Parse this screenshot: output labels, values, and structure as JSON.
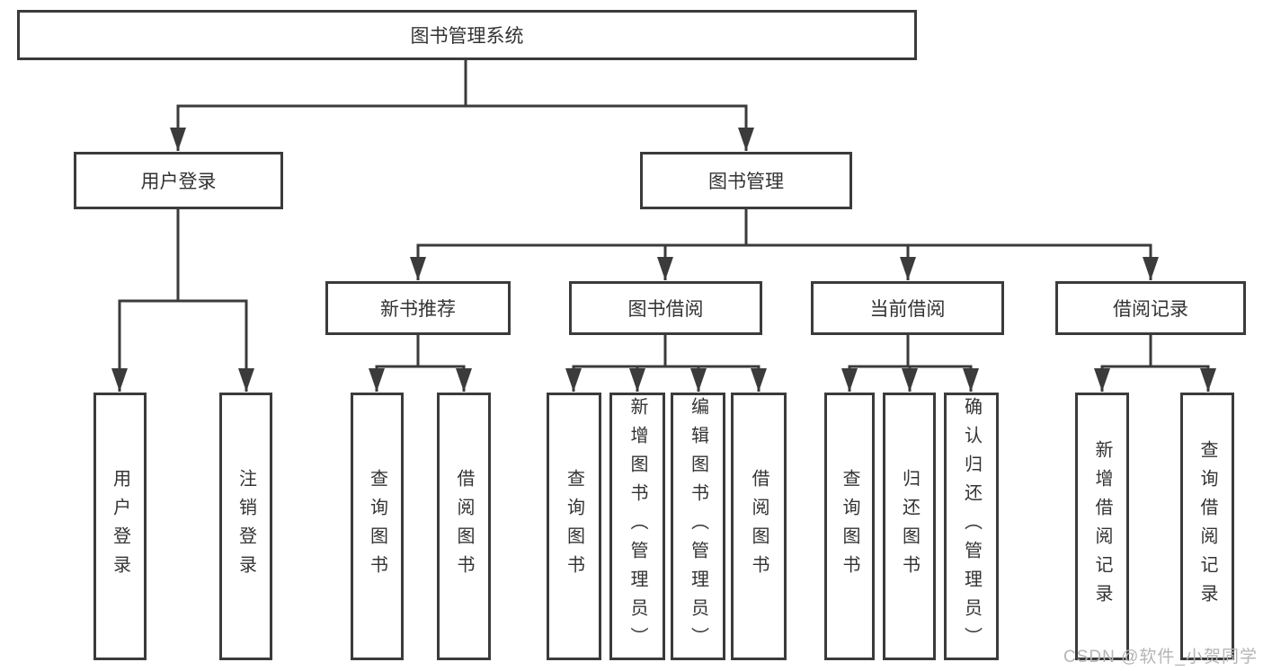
{
  "diagram": {
    "root": {
      "label": "图书管理系统"
    },
    "children": [
      {
        "label": "用户登录",
        "children": [
          {
            "label": "用户登录"
          },
          {
            "label": "注销登录"
          }
        ]
      },
      {
        "label": "图书管理",
        "children": [
          {
            "label": "新书推荐",
            "children": [
              {
                "label": "查询图书"
              },
              {
                "label": "借阅图书"
              }
            ]
          },
          {
            "label": "图书借阅",
            "children": [
              {
                "label": "查询图书"
              },
              {
                "label": "新增图书（管理员）"
              },
              {
                "label": "编辑图书（管理员）"
              },
              {
                "label": "借阅图书"
              }
            ]
          },
          {
            "label": "当前借阅",
            "children": [
              {
                "label": "查询图书"
              },
              {
                "label": "归还图书"
              },
              {
                "label": "确认归还（管理员）"
              }
            ]
          },
          {
            "label": "借阅记录",
            "children": [
              {
                "label": "新增借阅记录"
              },
              {
                "label": "查询借阅记录"
              }
            ]
          }
        ]
      }
    ]
  },
  "watermark": {
    "text": "CSDN @软件_小贺同学"
  },
  "colors": {
    "line": "#3b3b3b",
    "text": "#333333",
    "watermark": "#b5b5b5",
    "background": "#ffffff"
  }
}
